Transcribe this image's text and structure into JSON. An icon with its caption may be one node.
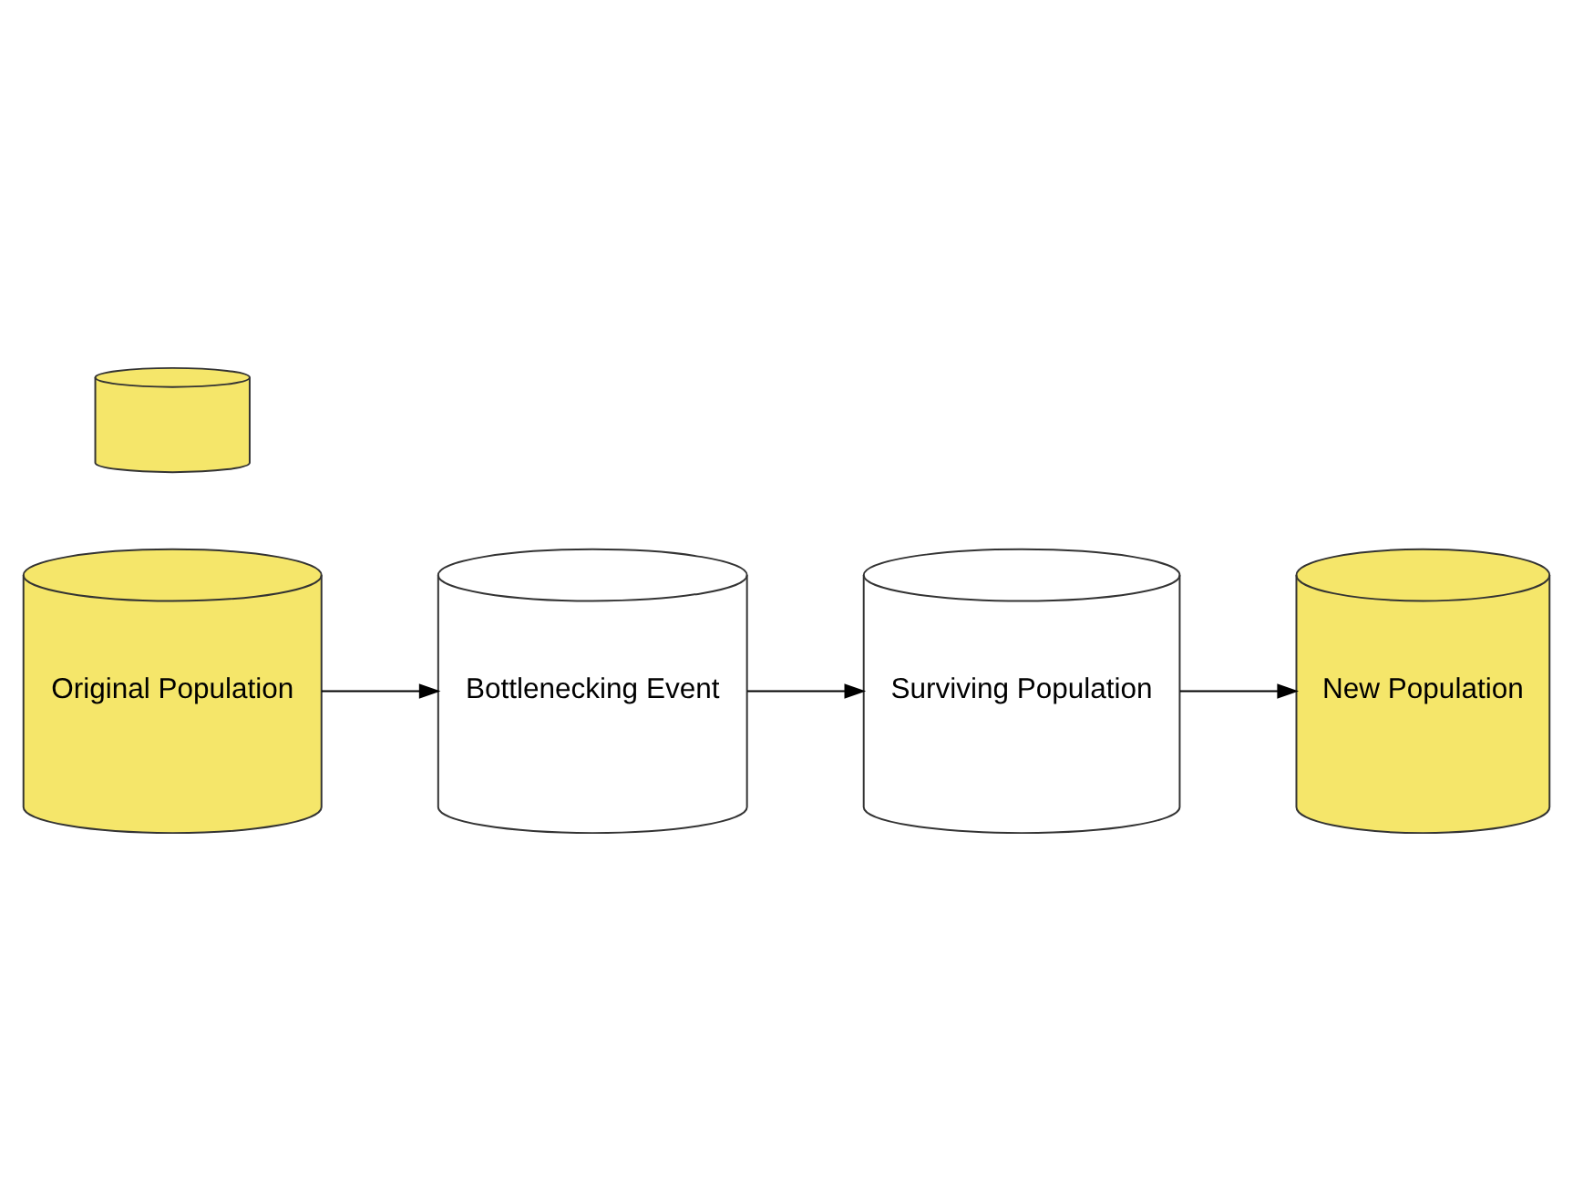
{
  "diagram": {
    "nodes": [
      {
        "text": [
          "Original Population"
        ]
      },
      {
        "text": [
          "Bottlenecking Event"
        ]
      },
      {
        "text": [
          "Surviving Population"
        ]
      },
      {
        "text": [
          "New Population"
        ]
      },
      {
        "text": [],
        "shape": "picture"
      }
    ],
    "edges": [
      {
        "from": 0,
        "to": 1,
        "arrow": "to"
      },
      {
        "from": 1,
        "to": 2,
        "arrow": "to"
      },
      {
        "from": 2,
        "to": 3,
        "arrow": "to"
      }
    ]
  }
}
